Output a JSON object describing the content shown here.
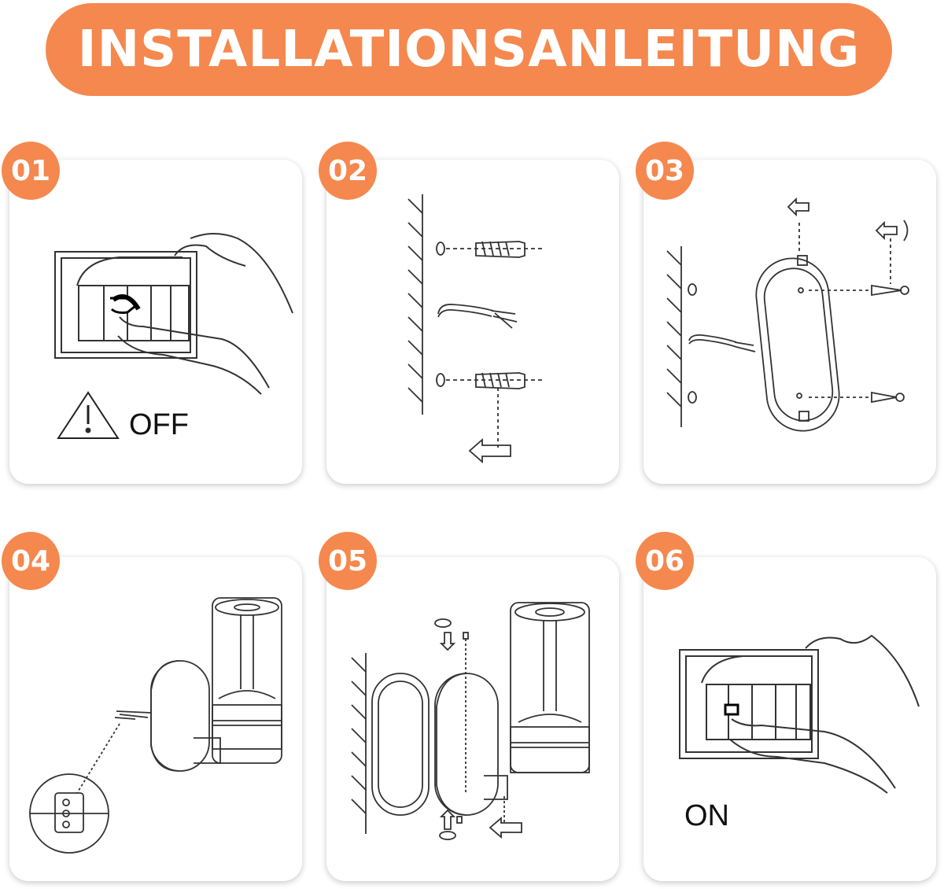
{
  "banner": {
    "title": "INSTALLATIONSANLEITUNG"
  },
  "steps": [
    {
      "number": "01",
      "label": "OFF"
    },
    {
      "number": "02"
    },
    {
      "number": "03"
    },
    {
      "number": "04"
    },
    {
      "number": "05"
    },
    {
      "number": "06",
      "label": "ON"
    }
  ],
  "colors": {
    "accent": "#f5884e",
    "line": "#333333"
  },
  "icons": [
    "warning-icon",
    "arrow-left-icon",
    "arrow-down-icon",
    "arrow-up-icon"
  ]
}
